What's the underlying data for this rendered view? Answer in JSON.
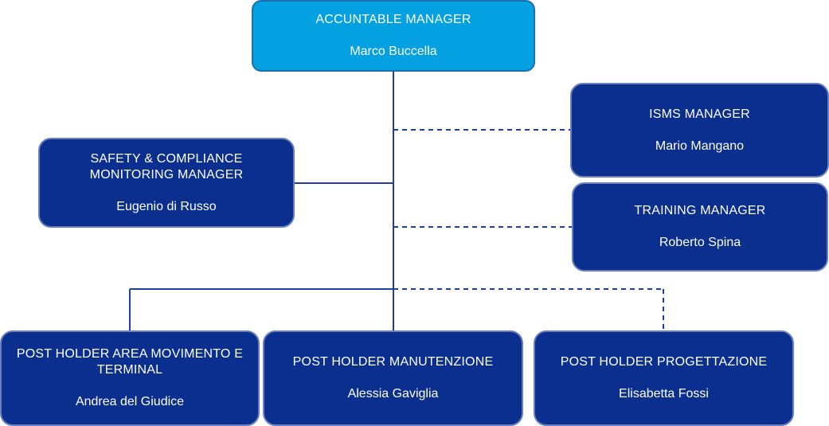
{
  "org_chart": {
    "accountable": {
      "role": "ACCUNTABLE MANAGER",
      "person": "Marco Buccella"
    },
    "isms": {
      "role": "ISMS MANAGER",
      "person": "Mario Mangano"
    },
    "safety": {
      "role": "SAFETY & COMPLIANCE\nMONITORING MANAGER",
      "person": "Eugenio di Russo"
    },
    "training": {
      "role": "TRAINING MANAGER",
      "person": "Roberto Spina"
    },
    "ph_movimento": {
      "role": "POST HOLDER AREA MOVIMENTO E\nTERMINAL",
      "person": "Andrea del Giudice"
    },
    "ph_manutenzione": {
      "role": "POST HOLDER MANUTENZIONE",
      "person": "Alessia Gaviglia"
    },
    "ph_progettazione": {
      "role": "POST HOLDER PROGETTAZIONE",
      "person": "Elisabetta Fossi"
    }
  },
  "colors": {
    "navy_box": "#0b2f8f",
    "top_box": "#03a1e2",
    "line": "#1d3f9e"
  }
}
